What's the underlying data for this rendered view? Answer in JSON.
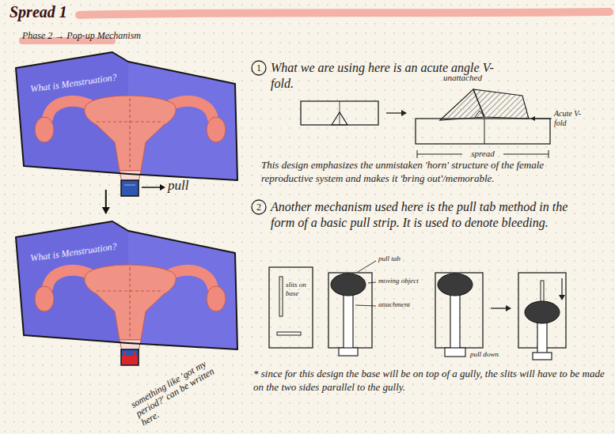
{
  "diagram": {
    "title": "Spread 1",
    "nodes": [
      {
        "text": [
          "What is Menstruation?"
        ]
      },
      {
        "text": [
          "What is Menstruation?"
        ]
      }
    ],
    "edges": [
      {
        "from": 0,
        "to": 1,
        "arrow": "to"
      }
    ],
    "labels": [
      "Phase 2 → Pop-up Mechanism",
      "pull",
      "something like 'got my period?' can be written here.",
      "1",
      "What we are using here is an acute angle V-fold.",
      "unattached",
      "Acute V-fold",
      "spread",
      "This design emphasizes the unmistaken 'horn' structure of the female reproductive system and makes it 'bring out'/memorable.",
      "2",
      "Another mechanism used here is the pull tab method in the form of a basic pull strip. It is used to denote bleeding.",
      "slits on base",
      "pull tab",
      "moving object",
      "attachment",
      "pull down",
      "* since for this design the base will be on top of a gully, the slits will have to be made on the two sides parallel to the gully."
    ]
  }
}
